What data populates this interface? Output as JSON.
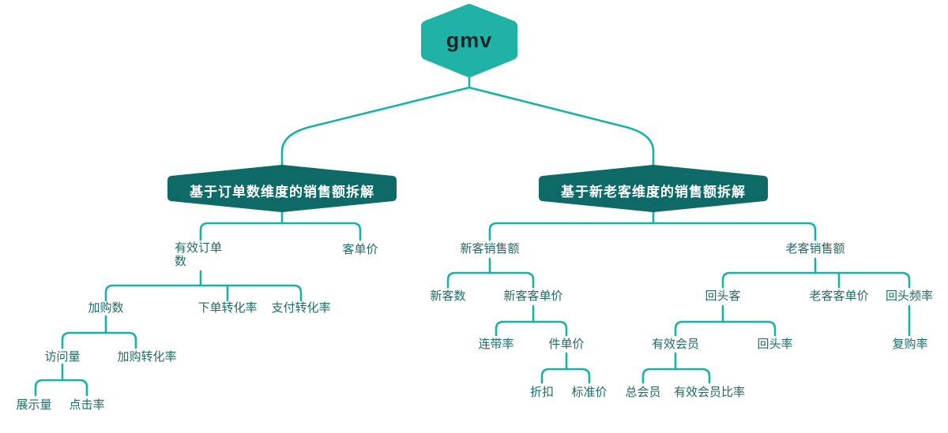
{
  "tree": {
    "label": "gmv",
    "children": [
      {
        "label": "基于订单数维度的销售额拆解",
        "children": [
          {
            "label": "有效订单数",
            "children": [
              {
                "label": "加购数",
                "children": [
                  {
                    "label": "访问量",
                    "children": [
                      {
                        "label": "展示量"
                      },
                      {
                        "label": "点击率"
                      }
                    ]
                  },
                  {
                    "label": "加购转化率"
                  }
                ]
              },
              {
                "label": "下单转化率"
              },
              {
                "label": "支付转化率"
              }
            ]
          },
          {
            "label": "客单价"
          }
        ]
      },
      {
        "label": "基于新老客维度的销售额拆解",
        "children": [
          {
            "label": "新客销售额",
            "children": [
              {
                "label": "新客数"
              },
              {
                "label": "新客客单价",
                "children": [
                  {
                    "label": "连带率"
                  },
                  {
                    "label": "件单价",
                    "children": [
                      {
                        "label": "折扣"
                      },
                      {
                        "label": "标准价"
                      }
                    ]
                  }
                ]
              }
            ]
          },
          {
            "label": "老客销售额",
            "children": [
              {
                "label": "回头客",
                "children": [
                  {
                    "label": "有效会员",
                    "children": [
                      {
                        "label": "总会员"
                      },
                      {
                        "label": "有效会员比率"
                      }
                    ]
                  },
                  {
                    "label": "回头率"
                  }
                ]
              },
              {
                "label": "老客客单价"
              },
              {
                "label": "回头频率",
                "children": [
                  {
                    "label": "复购率"
                  }
                ]
              }
            ]
          }
        ]
      }
    ]
  },
  "colors": {
    "root_fill": "#20b2a6",
    "branch_fill": "#0e6a66",
    "connector": "#16b1a8",
    "node_text": "#1d6b67",
    "root_text": "#1c262b",
    "branch_text": "#ffffff",
    "background": "#ffffff"
  }
}
